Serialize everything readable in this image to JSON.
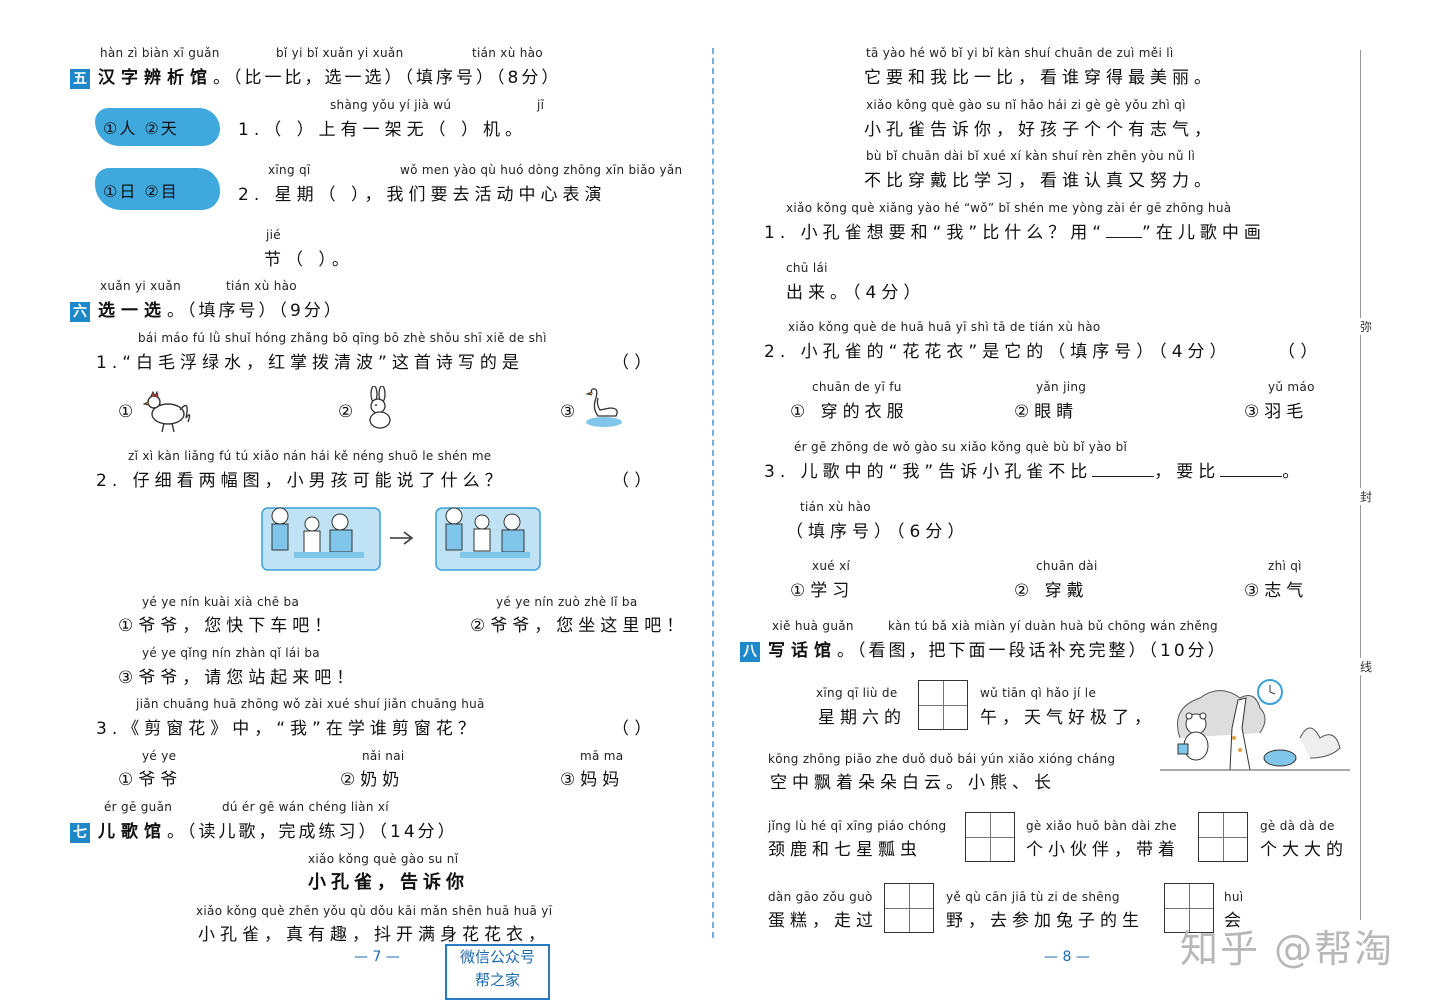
{
  "left": {
    "s5": {
      "title_py": "hàn zì biàn xī guǎn",
      "num": "五",
      "title": "汉字辨析馆",
      "inst_py1": "bǐ yi bǐ   xuǎn yi xuǎn",
      "inst_py2": "tián xù hào",
      "inst": "。（比一比，选一选）（填序号）（8分）",
      "q1_opts": "①人  ②天",
      "q1_py1": "shàng yǒu yí jià wú",
      "q1_py2": "jī",
      "q1": "1.（     ）上有一架无（     ）机。",
      "q2_opts": "①日  ②目",
      "q2_py1": "xīng qī",
      "q2_py2": "wǒ men yào qù huó dòng zhōng xīn biǎo yǎn",
      "q2": "2. 星期（     ），我们要去活动中心表演",
      "q2b_py": "jié",
      "q2b": "节（     ）。"
    },
    "s6": {
      "title_py1": "xuǎn yi xuǎn",
      "title_py2": "tián xù hào",
      "num": "六",
      "title": "选一选",
      "inst": "。（填序号）（9分）",
      "q1_py": "bái máo fú lǜ shuǐ   hóng zhǎng bō qīng bō   zhè shǒu shī xiě de shì",
      "q1": "1.“白毛浮绿水，红掌拨清波”这首诗写的是",
      "q1_paren": "（     ）",
      "q1_opt1": "①",
      "q1_opt2": "②",
      "q1_opt3": "③",
      "q2_py": "zǐ xì kàn liǎng fú tú   xiǎo nán hái kě néng shuō le shén me",
      "q2": "2. 仔细看两幅图，小男孩可能说了什么？",
      "q2_paren": "（     ）",
      "q2_opt1_py": "yé ye   nín kuài xià chē ba",
      "q2_opt1": "①爷爷，您快下车吧！",
      "q2_opt2_py": "yé ye   nín zuò zhè lǐ ba",
      "q2_opt2": "②爷爷，您坐这里吧！",
      "q2_opt3_py": "yé ye   qǐng nín zhàn qǐ lái ba",
      "q2_opt3": "③爷爷，请您站起来吧！",
      "q3_py": "jiǎn chuāng huā   zhōng      wǒ     zài xué shuí jiǎn chuāng huā",
      "q3": "3.《剪窗花》中，“我”在学谁剪窗花？",
      "q3_paren": "（     ）",
      "q3_opt1_py": "yé ye",
      "q3_opt1": "①爷爷",
      "q3_opt2_py": "nǎi nai",
      "q3_opt2": "②奶奶",
      "q3_opt3_py": "mā ma",
      "q3_opt3": "③妈妈"
    },
    "s7": {
      "title_py1": "ér gē guǎn",
      "title_py2": "dú ér gē   wán chéng liàn xí",
      "num": "七",
      "title": "儿歌馆",
      "inst": "。（读儿歌，完成练习）（14分）",
      "poem_title_py": "xiǎo kǒng què   gào su nǐ",
      "poem_title": "小孔雀，告诉你",
      "line1_py": "xiǎo kǒng què   zhēn yǒu qù   dǒu kāi mǎn shēn huā huā yī",
      "line1": "小孔雀，真有趣，抖开满身花花衣，"
    },
    "page_num": "— 7 —"
  },
  "stamp": {
    "line1": "微信公众号",
    "line2": "帮之家"
  },
  "right": {
    "poem": {
      "line2_py": "tā yào hé wǒ bǐ yi bǐ   kàn shuí chuān de zuì měi lì",
      "line2": "它要和我比一比，看谁穿得最美丽。",
      "line3_py": "xiǎo kǒng què gào su nǐ   hǎo hái zi gè gè yǒu zhì qì",
      "line3": "小孔雀告诉你，好孩子个个有志气，",
      "line4_py": "bù bǐ chuān dài bǐ xué xí   kàn shuí rèn zhēn yòu nǔ lì",
      "line4": "不比穿戴比学习，看谁认真又努力。"
    },
    "q1_py": "xiǎo kǒng què xiǎng yào hé “wǒ” bǐ shén me     yòng          zài ér gē zhōng huà",
    "q1a": "1. 小孔雀想要和“我”比什么？用“",
    "q1b": "”在儿歌中画",
    "q1c_py": "chū lái",
    "q1c": "出来。（4分）",
    "q2_py": "xiǎo kǒng què de   huā huā yī   shì tā de   tián xù hào",
    "q2": "2. 小孔雀的“花花衣”是它的（填序号）（4分）",
    "q2_paren": "（     ）",
    "q2_opt1_py": "chuān de yī fu",
    "q2_opt1": "① 穿的衣服",
    "q2_opt2_py": "yǎn jing",
    "q2_opt2": "②眼睛",
    "q2_opt3_py": "yǔ máo",
    "q2_opt3": "③羽毛",
    "q3_py": "ér gē zhōng de   wǒ   gào su xiǎo kǒng què bù bǐ                 yào bǐ",
    "q3a": "3. 儿歌中的“我”告诉小孔雀不比",
    "q3b": "，要比",
    "q3c": "。",
    "q3d_py": "tián xù hào",
    "q3d": "（填序号）（6分）",
    "q3_opt1_py": "xué xí",
    "q3_opt1": "①学习",
    "q3_opt2_py": "chuān dài",
    "q3_opt2": "② 穿戴",
    "q3_opt3_py": "zhì qì",
    "q3_opt3": "③志气",
    "s8": {
      "title_py": "xiě huà guǎn",
      "inst_py": "kàn tú    bǎ xià miàn yí duàn huà bǔ chōng wán zhěng",
      "num": "八",
      "title": "写话馆",
      "inst": "。（看图，把下面一段话补充完整）（10分）",
      "l1_py1": "xīng qī liù de",
      "l1a": "星期六的",
      "l1_py2": "wǔ    tiān qì hǎo jí le",
      "l1b": "午，天气好极了，",
      "l2_py": "kōng zhōng piāo zhe  duǒ duǒ bái  yún    xiǎo xióng  cháng",
      "l2": "空中飘着朵朵白云。小熊、长",
      "l3_py1": "jǐng lù hé qī xīng piáo chóng",
      "l3a": "颈鹿和七星瓢虫",
      "l3_py2": "gè xiǎo huǒ bàn   dài zhe",
      "l3b": "个小伙伴，带着",
      "l3_py3": "gè dà dà de",
      "l3c": "个大大的",
      "l4_py1": "dàn gāo   zǒu guò",
      "l4a": "蛋糕，走过",
      "l4_py2": "yě    qù cān jiā tù zi de shēng",
      "l4b": "野，去参加兔子的生",
      "l4_py3": "huì",
      "l4c": "会"
    },
    "page_num": "— 8 —",
    "cut_marks": [
      "弥",
      "封",
      "线"
    ]
  },
  "watermark": "知乎 @帮淘"
}
